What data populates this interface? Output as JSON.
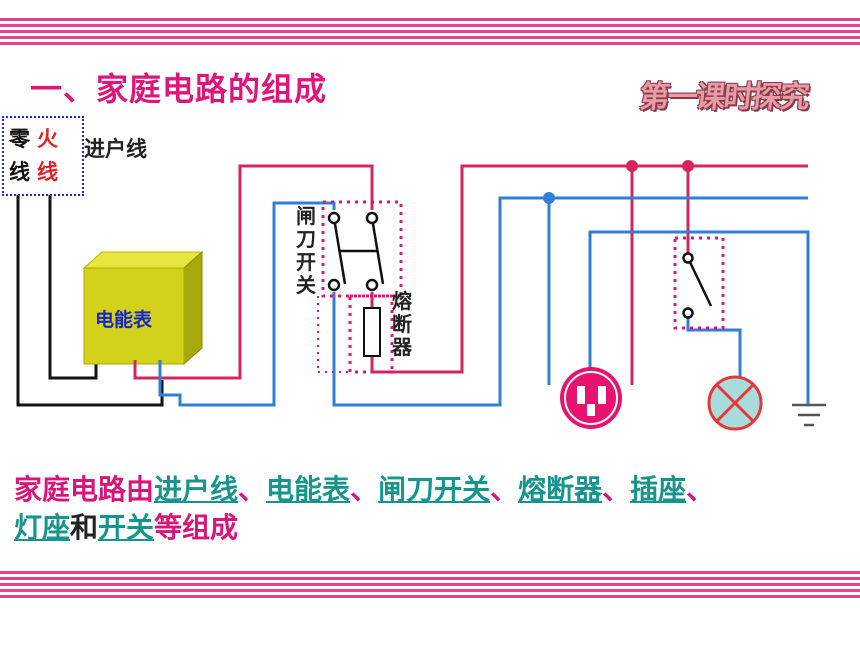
{
  "title": "一、家庭电路的组成",
  "badge": "第一课时探究",
  "wire_labels": {
    "neutral": "零",
    "fire": "火",
    "line": "线",
    "line2": "线"
  },
  "labels": {
    "service_line": "进户线",
    "knife_switch": [
      "闸",
      "刀",
      "开",
      "关"
    ],
    "fuse": [
      "熔",
      "断",
      "器"
    ],
    "meter": "电能表"
  },
  "summary": {
    "prefix": "家庭电路由",
    "terms": [
      "进户线",
      "电能表",
      "闸刀开关",
      "熔断器",
      "插座",
      "灯座",
      "开关"
    ],
    "sep": "、",
    "and": "和",
    "suffix": "等组成"
  },
  "colors": {
    "live_wire": "#d6245e",
    "neutral_wire": "#2f7fd6",
    "meter_face": "#d2d21a",
    "socket": "#e8136f",
    "lamp": "#a8dcdc",
    "accent": "#e0157a"
  }
}
